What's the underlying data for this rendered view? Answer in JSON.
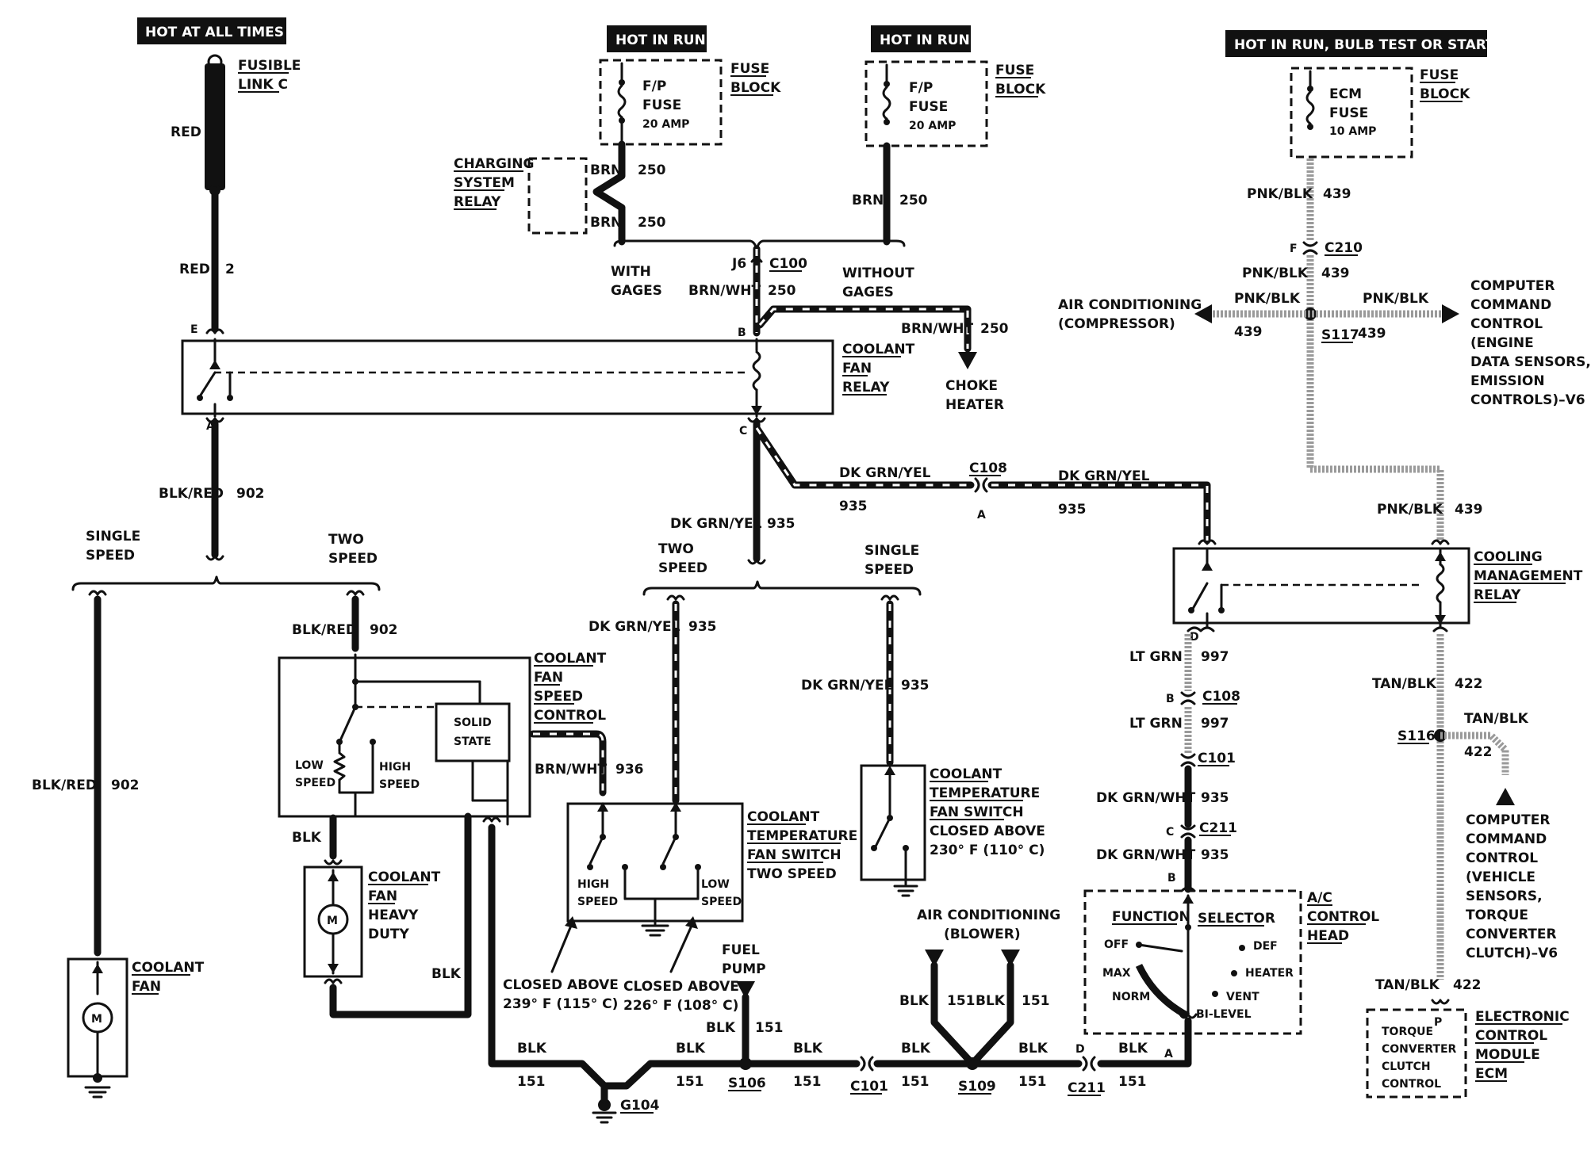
{
  "headers": {
    "hot_at_all_times": "HOT AT ALL TIMES",
    "hot_in_run_1": "HOT IN RUN",
    "hot_in_run_2": "HOT IN RUN",
    "hot_in_run_bulb": "HOT IN RUN,  BULB TEST OR START"
  },
  "fusible_link": {
    "line1": "FUSIBLE",
    "line2": "LINK C",
    "wire_top": "RED",
    "wire_bottom": "RED",
    "circuit": "2",
    "terminal": "E"
  },
  "fuse_block_1": {
    "fuse_line1": "F/P",
    "fuse_line2": "FUSE",
    "rating": "20 AMP",
    "label1": "FUSE",
    "label2": "BLOCK"
  },
  "fuse_block_2": {
    "fuse_line1": "F/P",
    "fuse_line2": "FUSE",
    "rating": "20 AMP",
    "label1": "FUSE",
    "label2": "BLOCK"
  },
  "fuse_block_3": {
    "fuse_line1": "ECM",
    "fuse_line2": "FUSE",
    "rating": "10 AMP",
    "label1": "FUSE",
    "label2": "BLOCK"
  },
  "charging_relay": {
    "line1": "CHARGING",
    "line2": "SYSTEM",
    "line3": "RELAY",
    "wire_a": "BRN",
    "circuit_a": "250",
    "wire_b": "BRN",
    "circuit_b": "250"
  },
  "gages": {
    "with_1": "WITH",
    "with_2": "GAGES",
    "without_1": "WITHOUT",
    "without_2": "GAGES",
    "wire_right": "BRN",
    "circuit_right": "250",
    "junction": "J6",
    "connector": "C100",
    "brnwht": "BRN/WHT",
    "brnwht_circuit": "250",
    "terminal_b": "B"
  },
  "choke": {
    "wire": "BRN/WHT",
    "circuit": "250",
    "line1": "CHOKE",
    "line2": "HEATER"
  },
  "coolant_fan_relay": {
    "line1": "COOLANT",
    "line2": "FAN",
    "line3": "RELAY",
    "terminal_a": "A",
    "terminal_c": "C"
  },
  "left_branch": {
    "wire": "BLK/RED",
    "circuit": "902",
    "single_1": "SINGLE",
    "single_2": "SPEED",
    "two_1": "TWO",
    "two_2": "SPEED",
    "left_wire": "BLK/RED",
    "left_circuit": "902",
    "right_wire": "BLK/RED",
    "right_circuit": "902"
  },
  "coolant_fan": {
    "line1": "COOLANT",
    "line2": "FAN",
    "motor": "M"
  },
  "speed_control": {
    "line1": "COOLANT",
    "line2": "FAN",
    "line3": "SPEED",
    "line4": "CONTROL",
    "solid_1": "SOLID",
    "solid_2": "STATE",
    "low_1": "LOW",
    "low_2": "SPEED",
    "high_1": "HIGH",
    "high_2": "SPEED",
    "out_wire": "BRN/WHT",
    "out_circuit": "936",
    "blk": "BLK",
    "blk_2": "BLK"
  },
  "heavy_fan": {
    "line1": "COOLANT",
    "line2": "FAN",
    "line3": "HEAVY",
    "line4": "DUTY",
    "motor": "M"
  },
  "middle_branch": {
    "wire": "DK GRN/YEL",
    "circuit": "935",
    "two_1": "TWO",
    "two_2": "SPEED",
    "single_1": "SINGLE",
    "single_2": "SPEED",
    "left_wire": "DK GRN/YEL",
    "left_circuit": "935",
    "right_wire": "DK GRN/YEL",
    "right_circuit": "935"
  },
  "c108_run": {
    "wire_left": "DK GRN/YEL",
    "circuit_left": "935",
    "connector": "C108",
    "pin": "A",
    "wire_right": "DK GRN/YEL",
    "circuit_right": "935"
  },
  "temp_switch_two": {
    "line1": "COOLANT",
    "line2": "TEMPERATURE",
    "line3": "FAN SWITCH",
    "line4": "TWO SPEED",
    "high_1": "HIGH",
    "high_2": "SPEED",
    "low_1": "LOW",
    "low_2": "SPEED",
    "closed_a1": "CLOSED ABOVE",
    "closed_a2": "239° F (115° C)",
    "closed_b1": "CLOSED ABOVE",
    "closed_b2": "226° F (108° C)"
  },
  "temp_switch_single": {
    "line1": "COOLANT",
    "line2": "TEMPERATURE",
    "line3": "FAN SWITCH",
    "line4": "CLOSED ABOVE",
    "line5": "230° F (110° C)"
  },
  "ecm_feed": {
    "wire_1": "PNK/BLK",
    "circuit_1": "439",
    "pin_f": "F",
    "connector": "C210",
    "wire_2": "PNK/BLK",
    "circuit_2": "439",
    "wire_l": "PNK/BLK",
    "circuit_l": "439",
    "wire_r": "PNK/BLK",
    "circuit_r": "439",
    "splice": "S117",
    "ac_1": "AIR CONDITIONING",
    "ac_2": "(COMPRESSOR)",
    "ccc_1": "COMPUTER",
    "ccc_2": "COMMAND",
    "ccc_3": "CONTROL",
    "ccc_4": "(ENGINE",
    "ccc_5": "DATA SENSORS,",
    "ccc_6": "EMISSION",
    "ccc_7": "CONTROLS)–V6",
    "wire_3": "PNK/BLK",
    "circuit_3": "439"
  },
  "cooling_relay": {
    "line1": "COOLING",
    "line2": "MANAGEMENT",
    "line3": "RELAY",
    "terminal_d": "D"
  },
  "right_chain": {
    "w1": "LT GRN",
    "c1": "997",
    "pin_b": "B",
    "conn_c108": "C108",
    "w2": "LT GRN",
    "c2": "997",
    "conn_c101": "C101",
    "w3": "DK GRN/WHT",
    "c3": "935",
    "pin_c": "C",
    "conn_c211": "C211",
    "w4": "DK GRN/WHT",
    "c4": "935",
    "pin_b2": "B"
  },
  "tan_chain": {
    "w1": "TAN/BLK",
    "c1": "422",
    "splice": "S116",
    "w2": "TAN/BLK",
    "c2": "422",
    "ccc_1": "COMPUTER",
    "ccc_2": "COMMAND",
    "ccc_3": "CONTROL",
    "ccc_4": "(VEHICLE",
    "ccc_5": "SENSORS,",
    "ccc_6": "TORQUE",
    "ccc_7": "CONVERTER",
    "ccc_8": "CLUTCH)–V6",
    "w3": "TAN/BLK",
    "c3": "422",
    "pin_p": "P"
  },
  "ac_head": {
    "line1": "A/C",
    "line2": "CONTROL",
    "line3": "HEAD",
    "function": "FUNCTION",
    "selector": "SELECTOR",
    "off": "OFF",
    "def": "DEF",
    "max": "MAX",
    "heater": "HEATER",
    "norm": "NORM",
    "vent": "VENT",
    "bilevel": "BI-LEVEL",
    "pin_a": "A"
  },
  "ecm": {
    "box_1": "TORQUE",
    "box_2": "CONVERTER",
    "box_3": "CLUTCH",
    "box_4": "CONTROL",
    "line1": "ELECTRONIC",
    "line2": "CONTROL",
    "line3": "MODULE",
    "line4": "ECM"
  },
  "ground_run": {
    "blk_1": "BLK",
    "c_1": "151",
    "g104": "G104",
    "blk_2": "BLK",
    "c_2": "151",
    "fuel_1": "FUEL",
    "fuel_2": "PUMP",
    "blk_fp": "BLK",
    "c_fp": "151",
    "s106": "S106",
    "blk_3": "BLK",
    "c_3": "151",
    "c101": "C101",
    "blk_4": "BLK",
    "c_4": "151",
    "ac_1": "AIR CONDITIONING",
    "ac_2": "(BLOWER)",
    "blk_ac1": "BLK",
    "c_ac1": "151",
    "blk_ac2": "BLK",
    "c_ac2": "151",
    "s109": "S109",
    "blk_5": "BLK",
    "c_5": "151",
    "pin_d": "D",
    "c211": "C211",
    "blk_6": "BLK",
    "c_6": "151"
  }
}
